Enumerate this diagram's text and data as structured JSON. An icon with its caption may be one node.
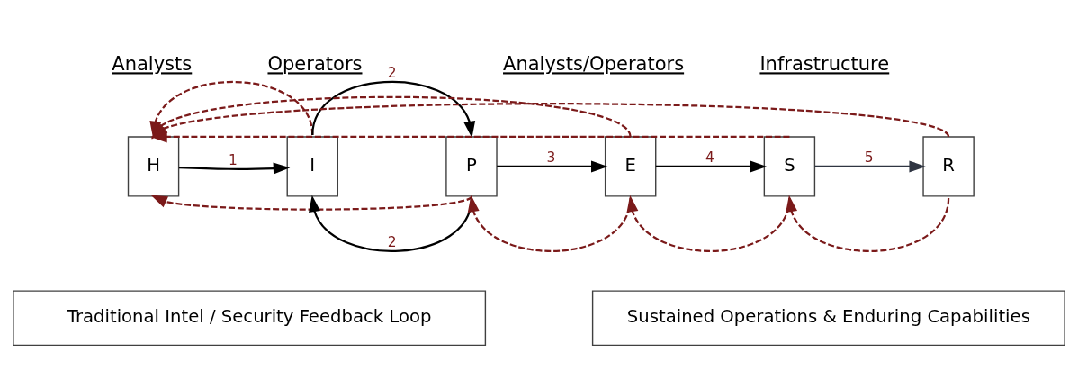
{
  "diagram": {
    "nodes": [
      {
        "text": [
          "H"
        ]
      },
      {
        "text": [
          "I"
        ]
      },
      {
        "text": [
          "P"
        ]
      },
      {
        "text": [
          "E"
        ]
      },
      {
        "text": [
          "S"
        ]
      },
      {
        "text": [
          "R"
        ]
      },
      {
        "text": [
          "Traditional Intel / Security Feedback Loop"
        ]
      },
      {
        "text": [
          "Sustained Operations & Enduring Capabilities"
        ]
      }
    ],
    "edges": [
      {
        "from": 0,
        "to": 1,
        "arrow": "to",
        "label": "1",
        "color": "#000000"
      },
      {
        "from": 1,
        "to": 2,
        "arrow": "to",
        "label": "2",
        "color": "#000000"
      },
      {
        "from": 2,
        "to": 1,
        "arrow": "to",
        "label": "2",
        "color": "#000000"
      },
      {
        "from": 2,
        "to": 3,
        "arrow": "to",
        "label": "3",
        "color": "#000000"
      },
      {
        "from": 3,
        "to": 4,
        "arrow": "to",
        "label": "4",
        "color": "#000000"
      },
      {
        "from": 4,
        "to": 5,
        "arrow": "to",
        "label": "5",
        "color": "#2f3542"
      },
      {
        "from": 1,
        "to": 0,
        "arrow": "to",
        "style": "dashed"
      },
      {
        "from": 3,
        "to": 0,
        "arrow": "to",
        "style": "dashed"
      },
      {
        "from": 4,
        "to": 0,
        "arrow": "to",
        "style": "dashed"
      },
      {
        "from": 5,
        "to": 0,
        "arrow": "to",
        "style": "dashed"
      },
      {
        "from": 2,
        "to": 0,
        "arrow": "to",
        "style": "dashed"
      },
      {
        "from": 3,
        "to": 2,
        "arrow": "to",
        "style": "dashed"
      },
      {
        "from": 4,
        "to": 3,
        "arrow": "to",
        "style": "dashed"
      },
      {
        "from": 5,
        "to": 4,
        "arrow": "to",
        "style": "dashed"
      }
    ],
    "labels": [
      "Analysts",
      "Operators",
      "Analysts/Operators",
      "Infrastructure"
    ]
  }
}
